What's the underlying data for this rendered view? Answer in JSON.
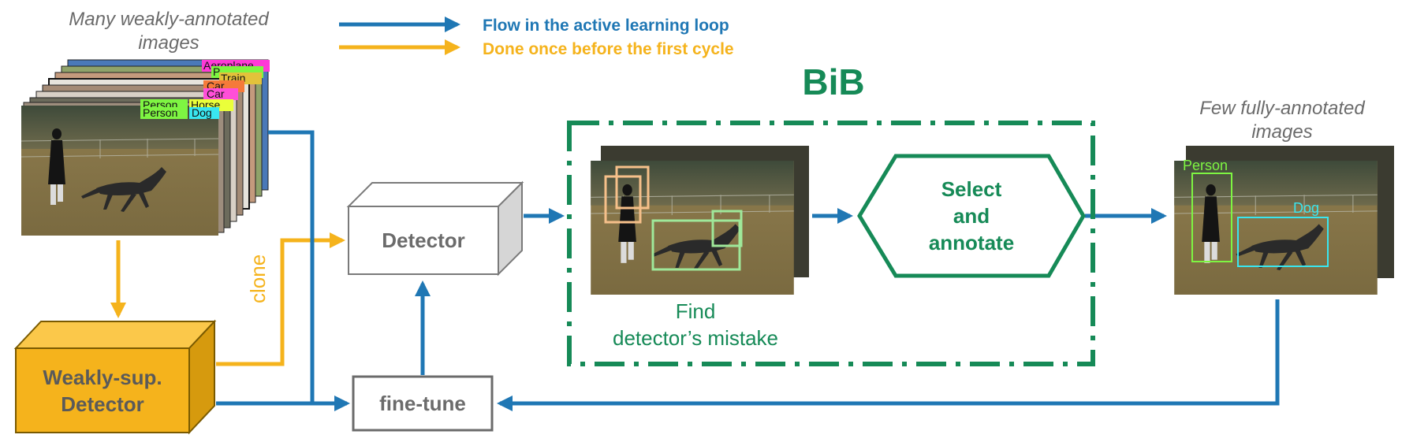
{
  "legend": {
    "blue_label": "Flow in the active learning loop",
    "orange_label": "Done once before the first cycle"
  },
  "colors": {
    "blue": "#1f77b4",
    "orange": "#f5b31c",
    "green": "#168a57",
    "gray": "#6b6b6b",
    "box_gray": "#7a7a7a"
  },
  "weak_images": {
    "caption_line1": "Many weakly-annotated",
    "caption_line2": "images",
    "tags": [
      {
        "text": "Person",
        "color": "#7ef542"
      },
      {
        "text": "Person",
        "color": "#7ef542"
      },
      {
        "text": "Horse",
        "color": "#eaff3a"
      },
      {
        "text": "Dog",
        "color": "#39e6f0"
      },
      {
        "text": "Car",
        "color": "#ff4fd8"
      },
      {
        "text": "Car",
        "color": "#f57a3a"
      },
      {
        "text": "Train",
        "color": "#e3c23a"
      },
      {
        "text": "P",
        "color": "#7ef542"
      },
      {
        "text": "Aeroplane",
        "color": "#ff3ad6"
      }
    ]
  },
  "detector": {
    "label": "Detector"
  },
  "weak_detector": {
    "line1": "Weakly-sup.",
    "line2": "Detector"
  },
  "finetune": {
    "label": "fine-tune"
  },
  "clone_label": "clone",
  "bib": {
    "title": "BiB",
    "find_line1": "Find",
    "find_line2": "detector’s mistake",
    "select_line1": "Select",
    "select_line2": "and",
    "select_line3": "annotate"
  },
  "full_images": {
    "caption_line1": "Few fully-annotated",
    "caption_line2": "images",
    "person_label": "Person",
    "dog_label": "Dog"
  }
}
